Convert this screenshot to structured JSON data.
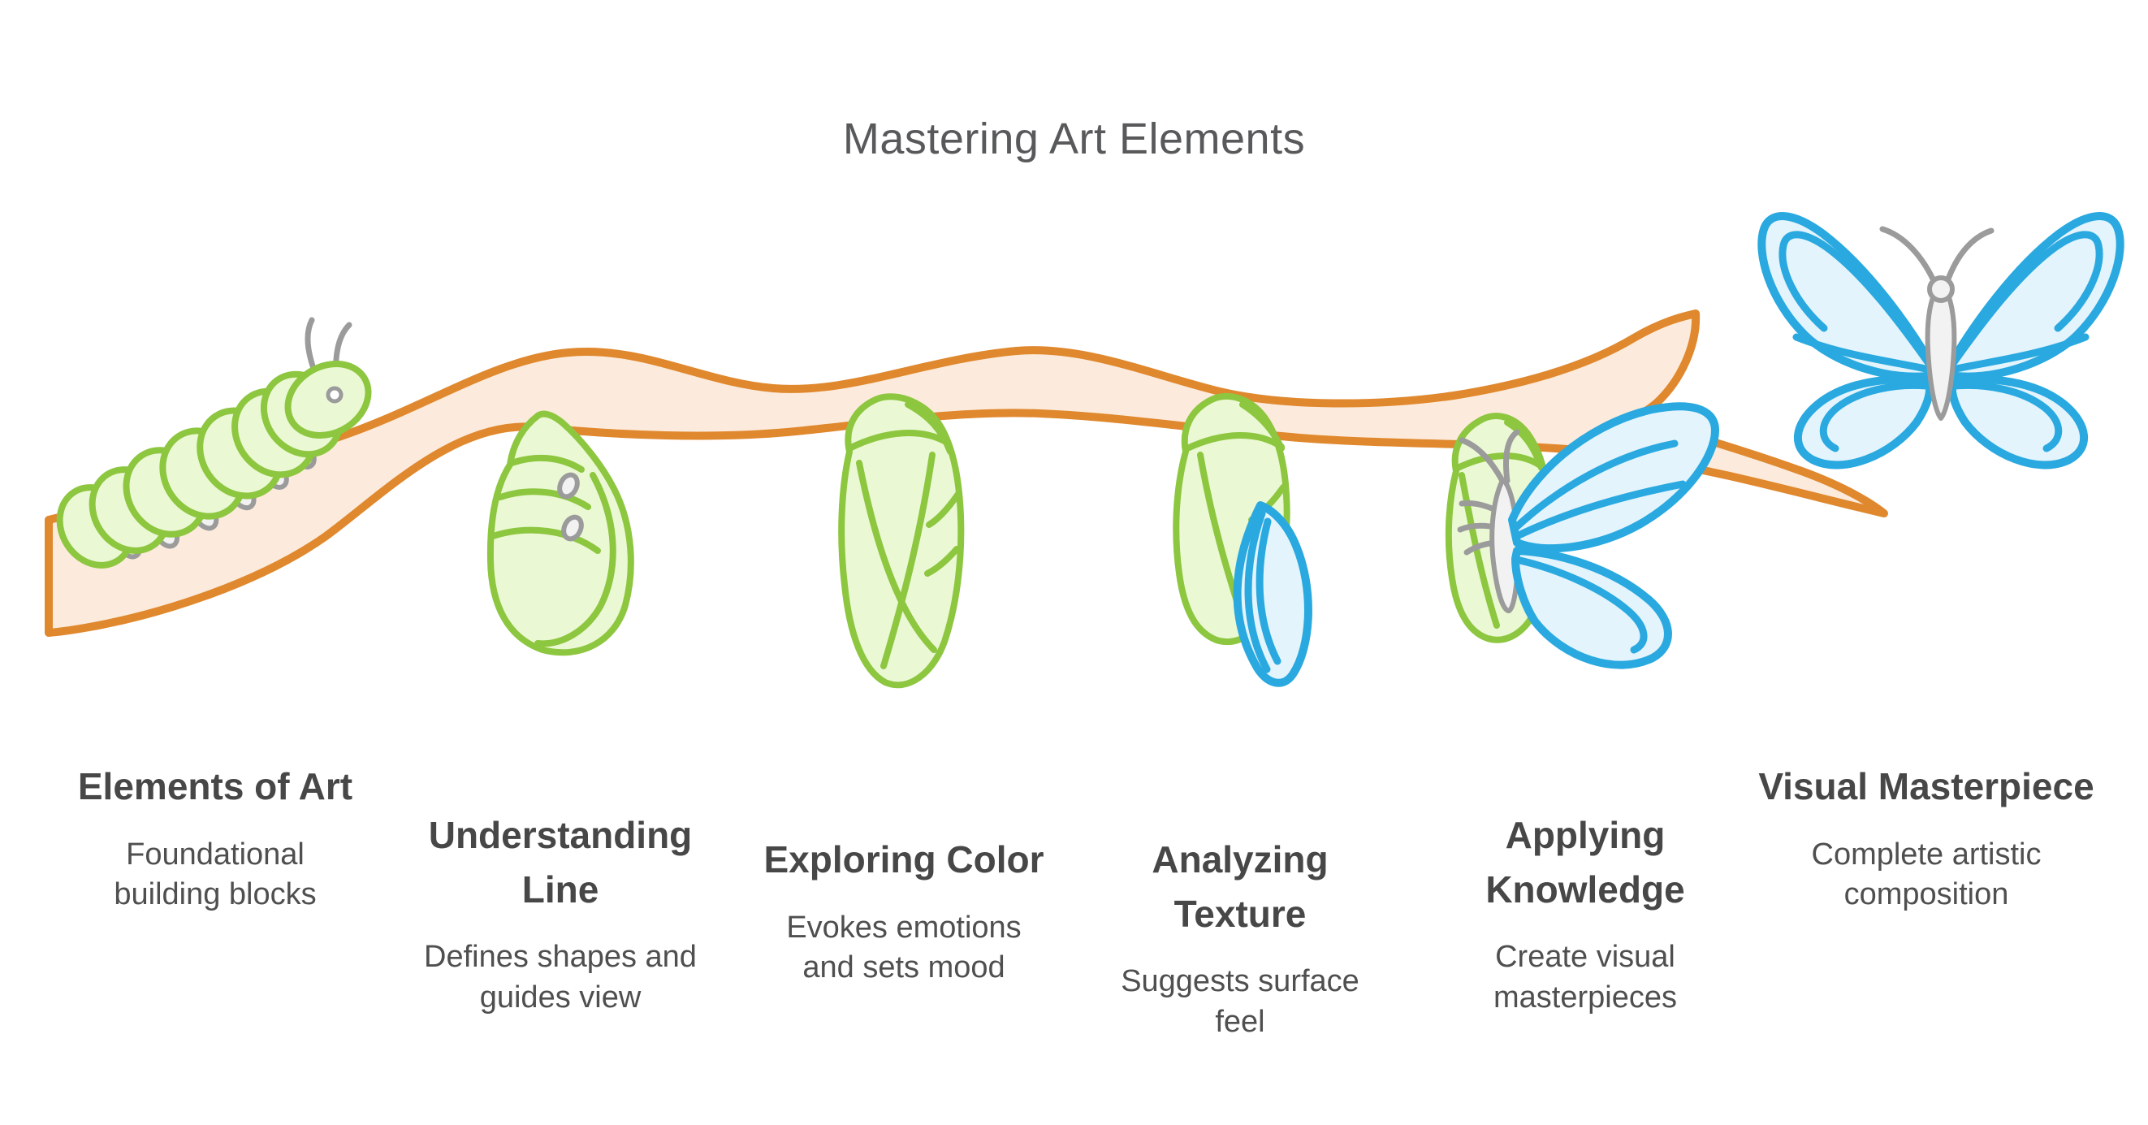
{
  "title": "Mastering Art Elements",
  "stages": [
    {
      "title": "Elements of Art",
      "description": "Foundational building blocks",
      "icon": "caterpillar-icon"
    },
    {
      "title": "Understanding Line",
      "description": "Defines shapes and guides view",
      "icon": "curled-caterpillar-icon"
    },
    {
      "title": "Exploring Color",
      "description": "Evokes emotions and sets mood",
      "icon": "chrysalis-icon"
    },
    {
      "title": "Analyzing Texture",
      "description": "Suggests surface feel",
      "icon": "chrysalis-emerging-wing-icon"
    },
    {
      "title": "Applying Knowledge",
      "description": "Create visual masterpieces",
      "icon": "emerging-butterfly-icon"
    },
    {
      "title": "Visual Masterpiece",
      "description": "Complete artistic composition",
      "icon": "butterfly-icon"
    }
  ],
  "colors": {
    "background": "#ffffff",
    "title_text": "#58595b",
    "heading_text": "#474747",
    "body_text": "#4f4f4f",
    "green_outline": "#8dc63f",
    "green_fill": "#ebf8d4",
    "orange_outline": "#e0882e",
    "branch_fill": "#fcebdc",
    "blue_outline": "#29a9e0",
    "blue_fill": "#e4f4fc",
    "gray_outline": "#9b9b9b",
    "gray_fill": "#f2f2f2"
  }
}
